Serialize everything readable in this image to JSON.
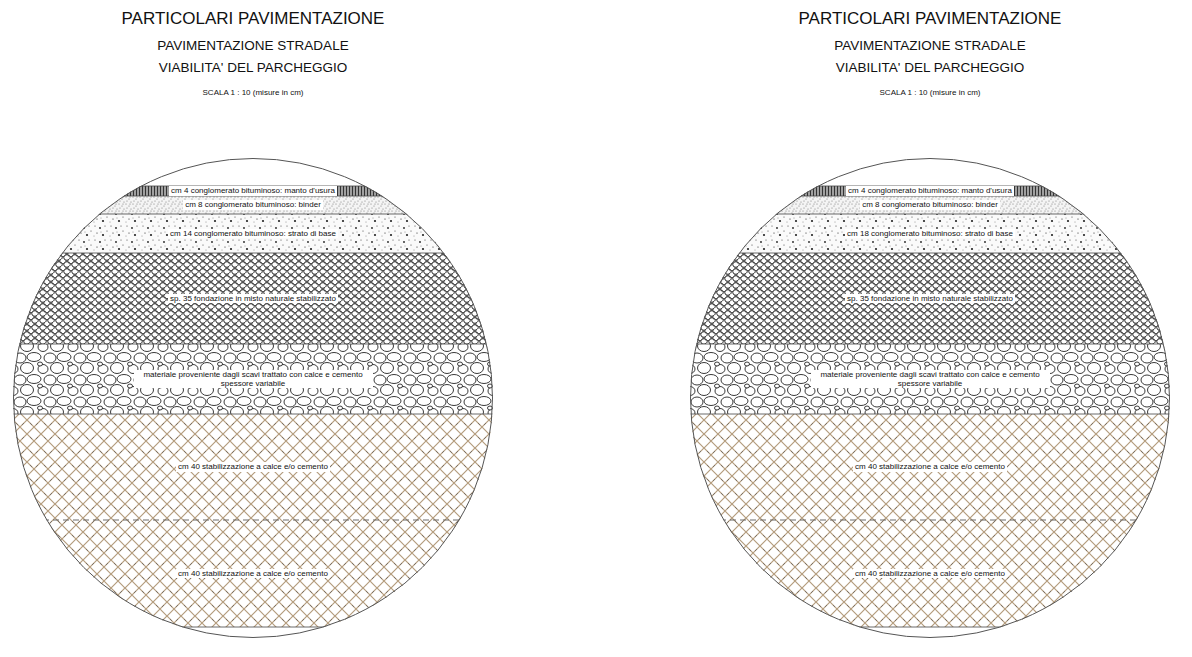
{
  "diagram": {
    "nodes": [
      {
        "text": [
          "PARTICOLARI PAVIMENTAZIONE",
          "PAVIMENTAZIONE STRADALE VIABILITA' DEL PARCHEGGIO",
          "SCALA 1 : 10 (misure in cm)"
        ]
      },
      {
        "text": [
          "cm 4 conglomerato bituminoso: manto d'usura"
        ],
        "in": 0
      },
      {
        "text": [
          "cm 8 conglomerato bituminoso: binder"
        ],
        "in": 0
      },
      {
        "text": [
          "cm 14 conglomerato bituminoso: strato di base"
        ],
        "in": 0
      },
      {
        "text": [
          "sp. 35 fondazione in misto naturale stabilizzato"
        ],
        "in": 0
      },
      {
        "text": [
          "materiale proveniente dagli scavi trattato con calce e cemento spessore variabile"
        ],
        "in": 0
      },
      {
        "text": [
          "cm 40 stabilizzazione a calce e/o cemento"
        ],
        "in": 0
      },
      {
        "text": [
          "cm 40 stabilizzazione a calce e/o cemento"
        ],
        "in": 0
      },
      {
        "text": [
          "PARTICOLARI PAVIMENTAZIONE",
          "PAVIMENTAZIONE STRADALE VIABILITA' DEL PARCHEGGIO",
          "SCALA 1 : 10 (misure in cm)"
        ]
      },
      {
        "text": [
          "cm 4 conglomerato bituminoso: manto d'usura"
        ],
        "in": 8
      },
      {
        "text": [
          "cm 8 conglomerato bituminoso: binder"
        ],
        "in": 8
      },
      {
        "text": [
          "cm 18 conglomerato bituminoso: strato di base"
        ],
        "in": 8
      },
      {
        "text": [
          "sp. 35 fondazione in misto naturale stabilizzato"
        ],
        "in": 8
      },
      {
        "text": [
          "materiale proveniente dagli scavi trattato con calce e cemento spessore variabile"
        ],
        "in": 8
      },
      {
        "text": [
          "cm 40 stabilizzazione a calce e/o cemento"
        ],
        "in": 8
      },
      {
        "text": [
          "cm 40 stabilizzazione a calce e/o cemento"
        ],
        "in": 8
      }
    ]
  }
}
